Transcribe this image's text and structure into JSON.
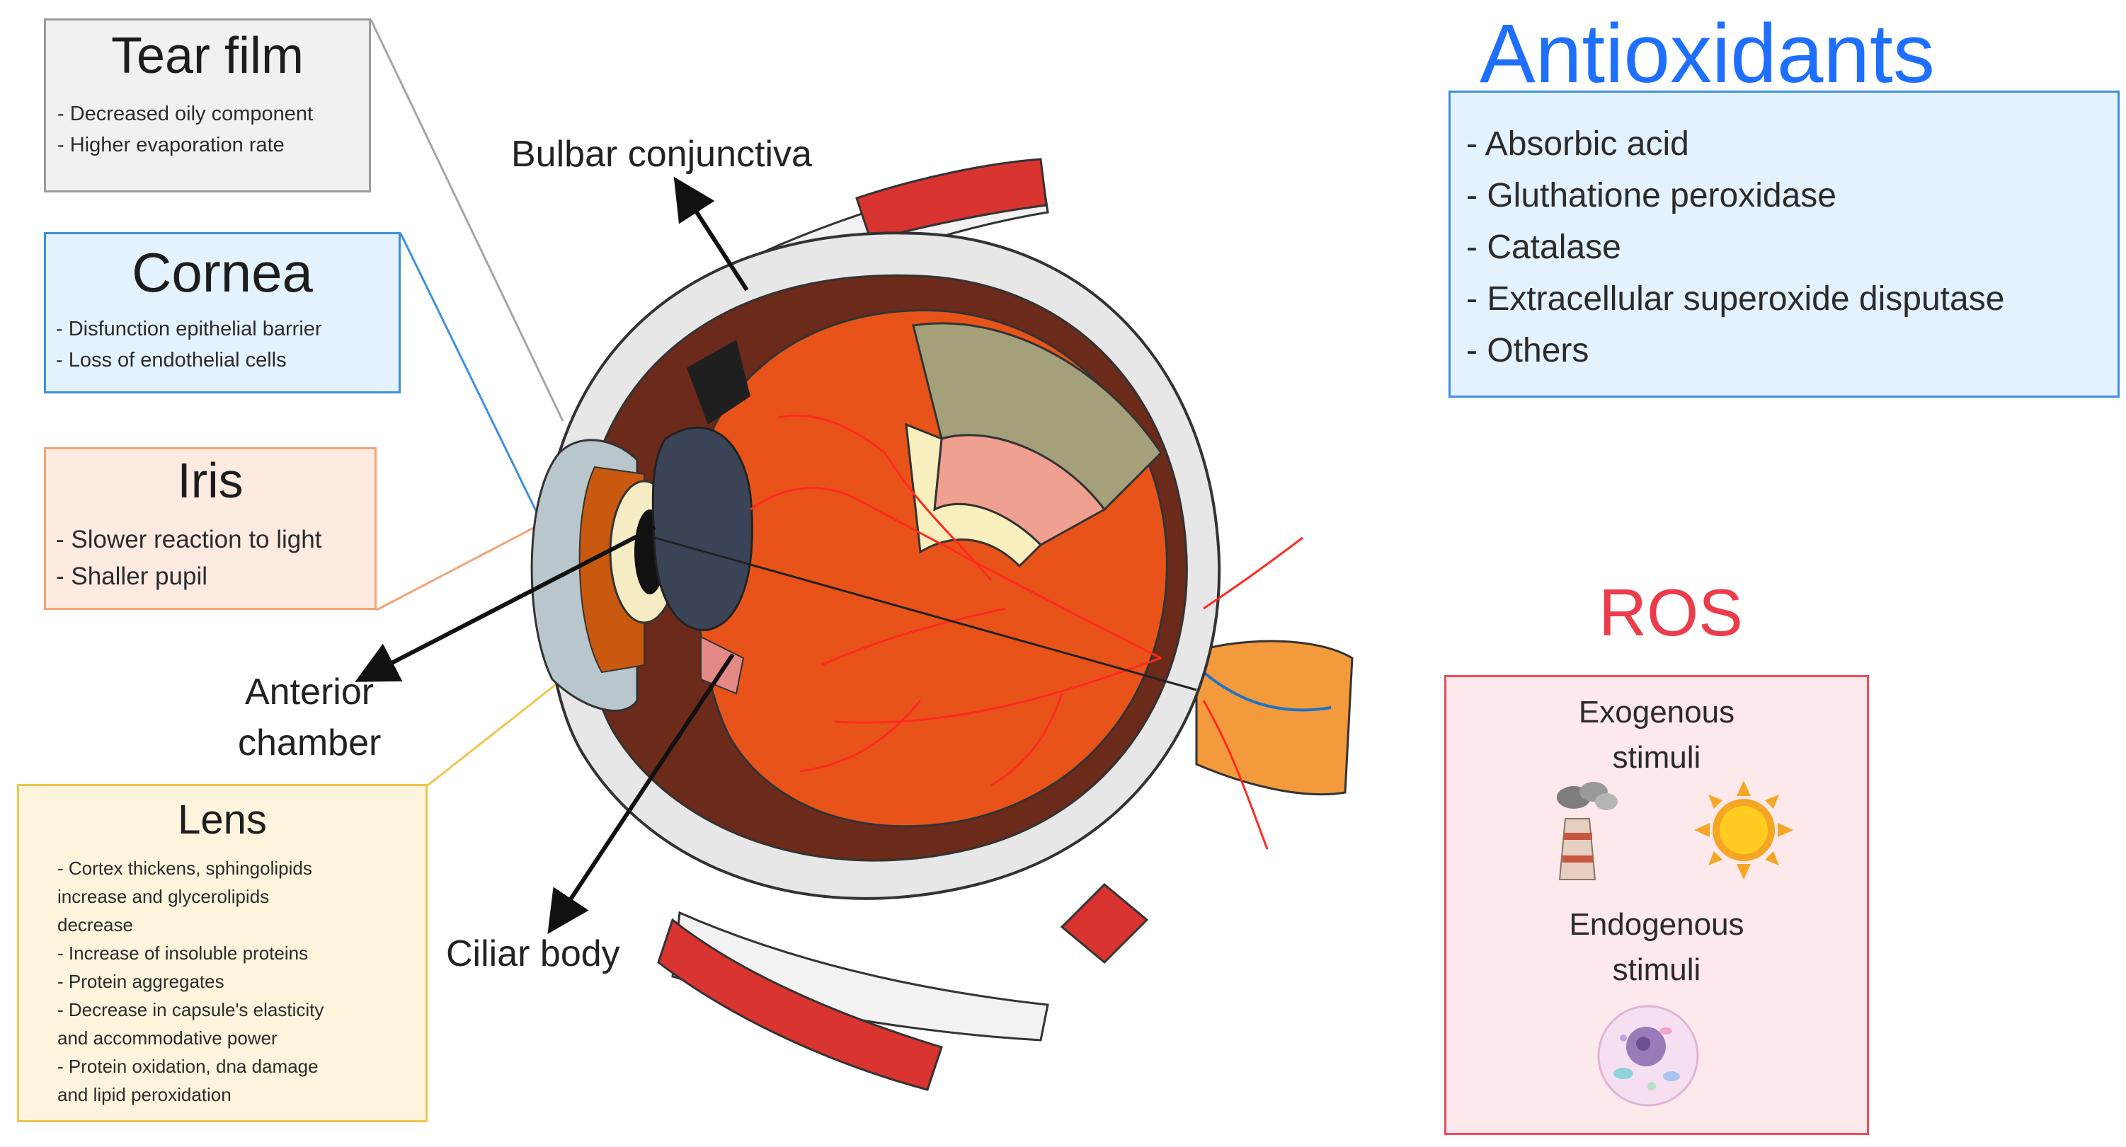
{
  "tear_film": {
    "title": "Tear film",
    "items": [
      "- Decreased oily component",
      "- Higher evaporation rate"
    ]
  },
  "cornea": {
    "title": "Cornea",
    "items": [
      "- Disfunction epithelial barrier",
      "- Loss of endothelial cells"
    ]
  },
  "iris": {
    "title": "Iris",
    "items": [
      "- Slower reaction to light",
      "- Shaller pupil"
    ]
  },
  "lens": {
    "title": "Lens",
    "items": [
      "- Cortex thickens, sphingolipids",
      "increase and glycerolipids",
      "decrease",
      "- Increase of insoluble proteins",
      "- Protein aggregates",
      "- Decrease in capsule's elasticity",
      "and accommodative power",
      "- Protein oxidation, dna damage",
      "and lipid peroxidation"
    ]
  },
  "labels": {
    "bulbar_conjunctiva": "Bulbar conjunctiva",
    "anterior_chamber_1": "Anterior",
    "anterior_chamber_2": "chamber",
    "ciliar_body": "Ciliar body"
  },
  "antioxidants": {
    "title": "Antioxidants",
    "items": [
      "- Absorbic acid",
      "- Gluthatione peroxidase",
      "- Catalase",
      "- Extracellular superoxide disputase",
      "- Others"
    ]
  },
  "ros": {
    "title": "ROS",
    "exogenous_1": "Exogenous",
    "exogenous_2": "stimuli",
    "endogenous_1": "Endogenous",
    "endogenous_2": "stimuli"
  },
  "icons": {
    "factory": "factory-smoke-icon",
    "sun": "sun-icon",
    "cell": "cell-icon"
  },
  "colors": {
    "tear_border": "#9b9b9b",
    "cornea_border": "#3d8fe0",
    "iris_border": "#f0a576",
    "lens_border": "#efc54f",
    "antioxidants": "#1f6fff",
    "ros": "#ec3b4a"
  }
}
